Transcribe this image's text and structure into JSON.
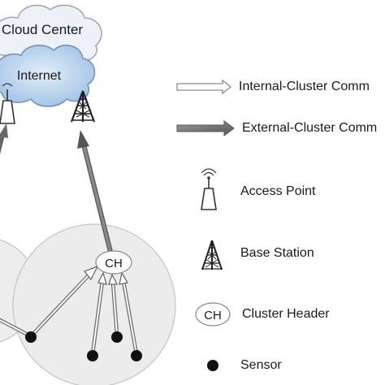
{
  "nodes": {
    "cloud_center": "Cloud Center",
    "internet": "Internet",
    "cluster_head": "CH"
  },
  "legend": {
    "internal_cluster": "Internal-Cluster Comm",
    "external_cluster": "External-Cluster Comm",
    "access_point": "Access Point",
    "base_station": "Base Station",
    "cluster_header_symbol": "CH",
    "cluster_header": "Cluster Header",
    "sensor": "Sensor"
  },
  "colors": {
    "cloud_fill": "#e9edf5",
    "internet_fill": "#b9d3ee",
    "cluster_fill": "#ececec",
    "external_arrow": "#7a7a7a",
    "sensor": "#111111"
  }
}
